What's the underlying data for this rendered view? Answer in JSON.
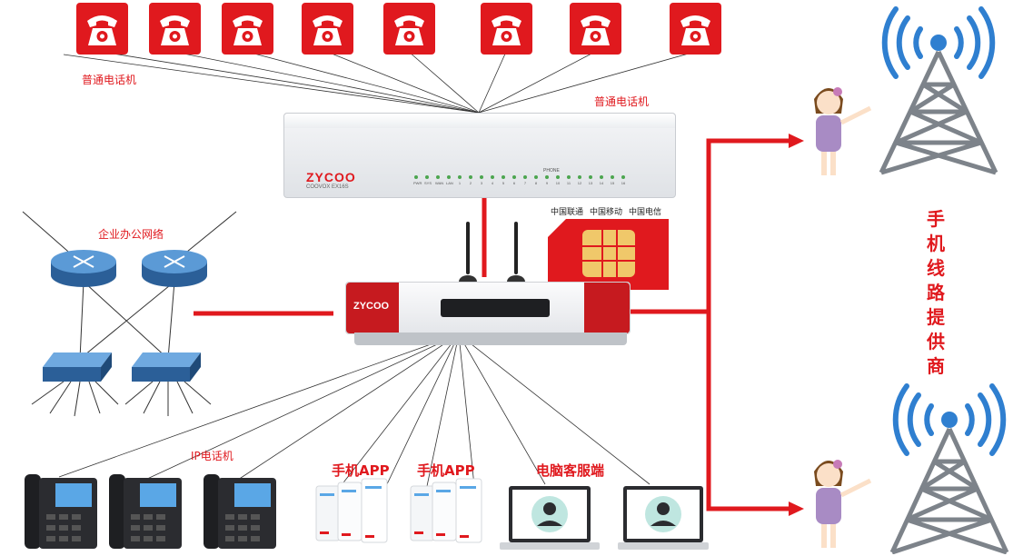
{
  "labels": {
    "analog_phones_left": "普通电话机",
    "analog_phones_right": "普通电话机",
    "office_network": "企业办公网络",
    "ip_phones": "IP电话机",
    "mobile_app_1": "手机APP",
    "mobile_app_2": "手机APP",
    "pc_client": "电脑客服端",
    "carrier_title": "手机线路提供商",
    "carriers": [
      "中国联通",
      "中国移动",
      "中国电信"
    ]
  },
  "devices": {
    "gateway_brand": "ZYCOO",
    "gateway_model": "COOVOX EX16S",
    "gateway_phone_label": "PHONE",
    "gateway_leds": [
      "PWR",
      "SYS",
      "WAN",
      "LAN",
      "1",
      "2",
      "3",
      "4",
      "5",
      "6",
      "7",
      "8",
      "9",
      "10",
      "11",
      "12",
      "13",
      "14",
      "15",
      "16"
    ],
    "ippbx_brand": "ZYCOO"
  },
  "colors": {
    "accent_red": "#e0191e",
    "router_blue": "#3b7fc4",
    "tower_gray": "#8a8f96",
    "signal_blue": "#2f7fd0"
  },
  "icons": {
    "analog_phone": "telephone-icon",
    "router": "router-icon",
    "switch": "switch-icon",
    "sim": "sim-card-icon",
    "tower": "cell-tower-icon",
    "person": "person-icon"
  }
}
